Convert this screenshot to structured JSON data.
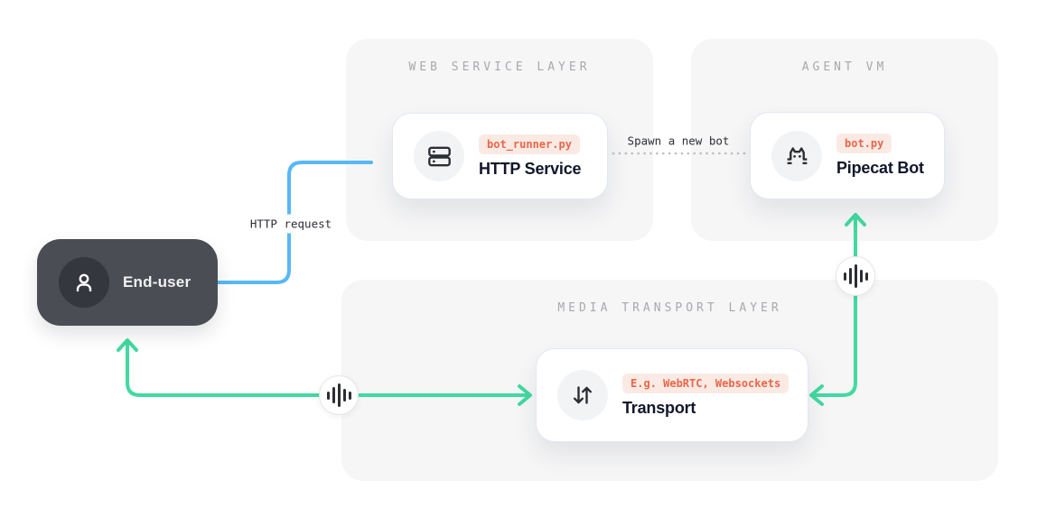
{
  "panels": {
    "web": {
      "title": "WEB SERVICE LAYER"
    },
    "agent": {
      "title": "AGENT VM"
    },
    "media": {
      "title": "MEDIA TRANSPORT LAYER"
    }
  },
  "nodes": {
    "end_user": {
      "label": "End-user",
      "icon": "user-icon"
    },
    "http_service": {
      "title": "HTTP Service",
      "badge": "bot_runner.py",
      "icon": "server-icon"
    },
    "pipecat_bot": {
      "title": "Pipecat Bot",
      "badge": "bot.py",
      "icon": "pipecat-cat-icon"
    },
    "transport": {
      "title": "Transport",
      "badge": "E.g. WebRTC, Websockets",
      "icon": "transfer-arrows-icon"
    }
  },
  "edges": {
    "http_request": {
      "label": "HTTP request",
      "color": "#57b8f7",
      "style": "solid",
      "from": "end_user",
      "to": "http_service"
    },
    "spawn_bot": {
      "label": "Spawn a new bot",
      "color": "#bdbfc2",
      "style": "dotted",
      "from": "http_service",
      "to": "pipecat_bot"
    },
    "user_transport": {
      "color": "#43d9a0",
      "style": "solid",
      "icon": "audio-waveform-icon",
      "from": "end_user",
      "to": "transport"
    },
    "bot_transport": {
      "color": "#43d9a0",
      "style": "solid",
      "icon": "audio-waveform-icon",
      "from": "pipecat_bot",
      "to": "transport"
    }
  },
  "waveform": {
    "bars": [
      9,
      18,
      26,
      14,
      9
    ]
  },
  "colors": {
    "background": "#ffffff",
    "panel_bg": "#f6f6f7",
    "panel_title": "#a7a9ad",
    "card_border": "#e2e7f2",
    "badge_bg": "#fbeae3",
    "badge_text": "#e9664a",
    "node_title": "#12162a",
    "end_user_bg": "#4a4d54",
    "end_user_circle": "#34373d",
    "icon": "#2b2e35",
    "blue": "#57b8f7",
    "green": "#43d9a0",
    "dotted_gray": "#bdbfc2",
    "label_text": "#2c2f36"
  }
}
